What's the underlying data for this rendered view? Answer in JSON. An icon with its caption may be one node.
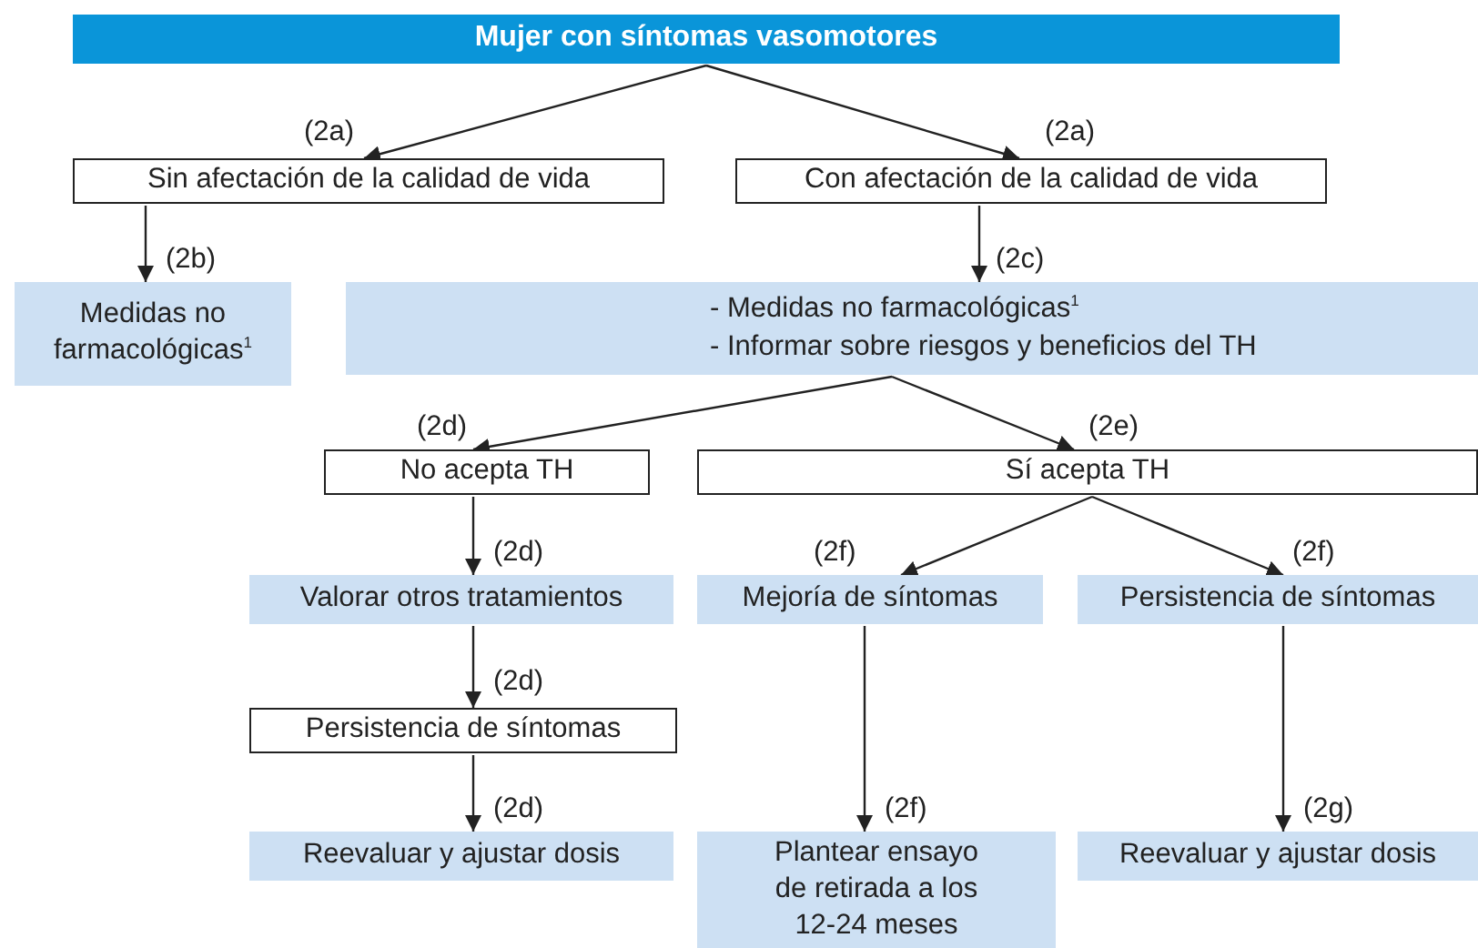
{
  "diagram": {
    "nodes": [
      {
        "text": [
          "Mujer con síntomas vasomotores"
        ]
      },
      {
        "text": [
          "Sin afectación de la calidad de vida"
        ]
      },
      {
        "text": [
          "Con afectación de la calidad de vida"
        ]
      },
      {
        "text": [
          "Medidas no farmacológicas$^{1}$"
        ]
      },
      {
        "text": [
          "- Medidas no farmacológicas$^{1}$",
          "- Informar sobre riesgos y beneficios del TH"
        ]
      },
      {
        "text": [
          "No acepta TH"
        ]
      },
      {
        "text": [
          "Sí acepta TH"
        ]
      },
      {
        "text": [
          "Valorar otros tratamientos"
        ]
      },
      {
        "text": [
          "Mejoría de síntomas"
        ]
      },
      {
        "text": [
          "Persistencia de síntomas"
        ]
      },
      {
        "text": [
          "Persistencia de síntomas"
        ]
      },
      {
        "text": [
          "Reevaluar y ajustar dosis"
        ]
      },
      {
        "text": [
          "Plantear ensayo de retirada a los 12-24 meses"
        ]
      },
      {
        "text": [
          "Reevaluar y ajustar dosis"
        ]
      }
    ],
    "edges": [
      {
        "from": 0,
        "to": 1,
        "arrow": "to",
        "label": "(2a)"
      },
      {
        "from": 0,
        "to": 2,
        "arrow": "to",
        "label": "(2a)"
      },
      {
        "from": 1,
        "to": 3,
        "arrow": "to",
        "label": "(2b)"
      },
      {
        "from": 2,
        "to": 4,
        "arrow": "to",
        "label": "(2c)"
      },
      {
        "from": 4,
        "to": 5,
        "arrow": "to",
        "label": "(2d)"
      },
      {
        "from": 4,
        "to": 6,
        "arrow": "to",
        "label": "(2e)"
      },
      {
        "from": 5,
        "to": 7,
        "arrow": "to",
        "label": "(2d)"
      },
      {
        "from": 6,
        "to": 8,
        "arrow": "to",
        "label": "(2f)"
      },
      {
        "from": 6,
        "to": 9,
        "arrow": "to",
        "label": "(2f)"
      },
      {
        "from": 7,
        "to": 10,
        "arrow": "to",
        "label": "(2d)"
      },
      {
        "from": 10,
        "to": 11,
        "arrow": "to",
        "label": "(2d)"
      },
      {
        "from": 8,
        "to": 12,
        "arrow": "to",
        "label": "(2f)"
      },
      {
        "from": 9,
        "to": 13,
        "arrow": "to",
        "label": "(2g)"
      }
    ]
  }
}
